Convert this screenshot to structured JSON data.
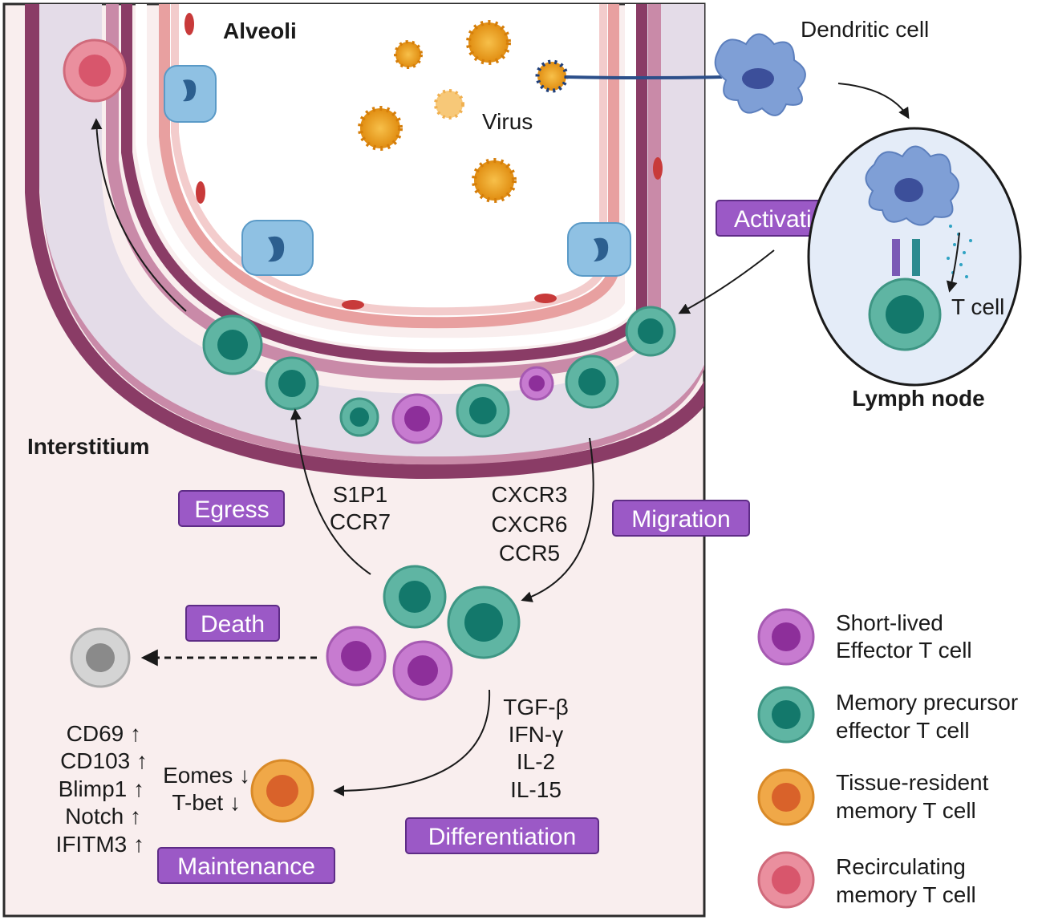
{
  "regions": {
    "alveoli": "Alveoli",
    "interstitium": "Interstitium",
    "lymph_node": "Lymph node"
  },
  "labels": {
    "virus": "Virus",
    "dendritic_cell": "Dendritic cell",
    "t_cell": "T cell"
  },
  "process_tags": {
    "activation": "Activation",
    "egress": "Egress",
    "migration": "Migration",
    "death": "Death",
    "differentiation": "Differentiation",
    "maintenance": "Maintenance"
  },
  "egress_markers": [
    "S1P1",
    "CCR7"
  ],
  "migration_markers": [
    "CXCR3",
    "CXCR6",
    "CCR5"
  ],
  "differentiation_factors": [
    "TGF-β",
    "IFN-γ",
    "IL-2",
    "IL-15"
  ],
  "trm_down": [
    "Eomes ↓",
    "T-bet ↓"
  ],
  "trm_up": [
    "CD69 ↑",
    "CD103 ↑",
    "Blimp1 ↑",
    "Notch ↑",
    "IFITM3 ↑"
  ],
  "legend": [
    {
      "line1": "Short-lived",
      "line2": "Effector T cell",
      "outer": "#c77bd0",
      "inner": "#8d2f9a"
    },
    {
      "line1": "Memory precursor",
      "line2": "effector T cell",
      "outer": "#5fb5a3",
      "inner": "#13786b"
    },
    {
      "line1": "Tissue-resident",
      "line2": "memory T cell",
      "outer": "#f0a848",
      "inner": "#d9622a"
    },
    {
      "line1": "Recirculating",
      "line2": "memory T cell",
      "outer": "#ea8f9e",
      "inner": "#d8566c"
    }
  ],
  "colors": {
    "vessel": "#a5587b",
    "vessel_lumen": "#e4dce8",
    "alveolar_wall": "#e8a0a0",
    "tissue_bg": "#f9eeee",
    "tag_fill": "#9b59c6",
    "virus": "#f0a020",
    "macrophage": "#8fc1e3",
    "dendritic": "#7f9fd6"
  }
}
